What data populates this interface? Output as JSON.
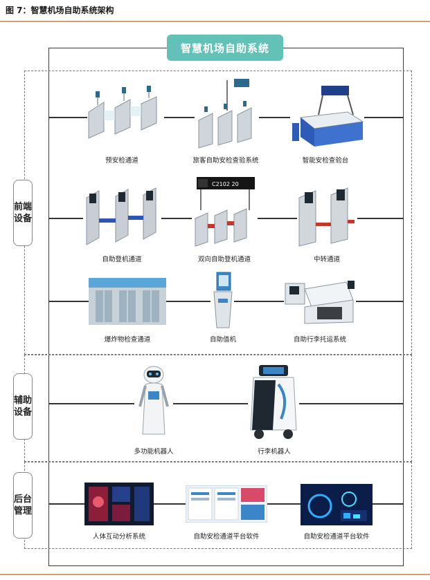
{
  "figure_title": "图 7：智慧机场自助系统架构",
  "system_title": "智慧机场自助系统",
  "sections": {
    "front": {
      "label": "前端设备",
      "rows": [
        [
          "预安检通道",
          "旅客自助安检查验系统",
          "智能安检查验台"
        ],
        [
          "自助登机通道",
          "双向自助登机通道",
          "中转通道"
        ],
        [
          "爆炸物检查通道",
          "自助值机",
          "自助行李托运系统"
        ]
      ]
    },
    "aux": {
      "label": "辅助设备",
      "items": [
        "多功能机器人",
        "行李机器人"
      ]
    },
    "backend": {
      "label": "后台管理",
      "items": [
        "人体互动分析系统",
        "自助安检通道平台软件",
        "自助安检通道平台软件"
      ]
    }
  },
  "display": {
    "screen_text": "C2102 20"
  },
  "colors": {
    "accent": "#63c2b8",
    "rule": "#d99a6c",
    "frame": "#3a3a3a"
  }
}
